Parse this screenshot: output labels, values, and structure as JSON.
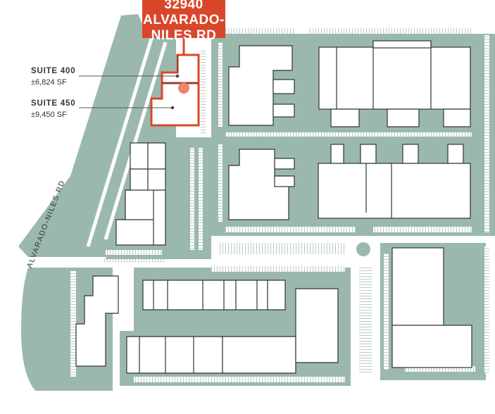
{
  "map": {
    "colors": {
      "lot": "#9bb8ac",
      "building": "#ffffff",
      "outline": "#333333",
      "highlight": "#d9472b",
      "parking": "#ffffff"
    }
  },
  "callout": {
    "address_line1": "32940",
    "address_line2": "ALVARADO-",
    "address_line3": "NILES RD"
  },
  "suites": [
    {
      "name": "SUITE 400",
      "sf": "±6,824 SF"
    },
    {
      "name": "SUITE 450",
      "sf": "±9,450 SF"
    }
  ],
  "road_label": "ALVARADO-NILES RD"
}
